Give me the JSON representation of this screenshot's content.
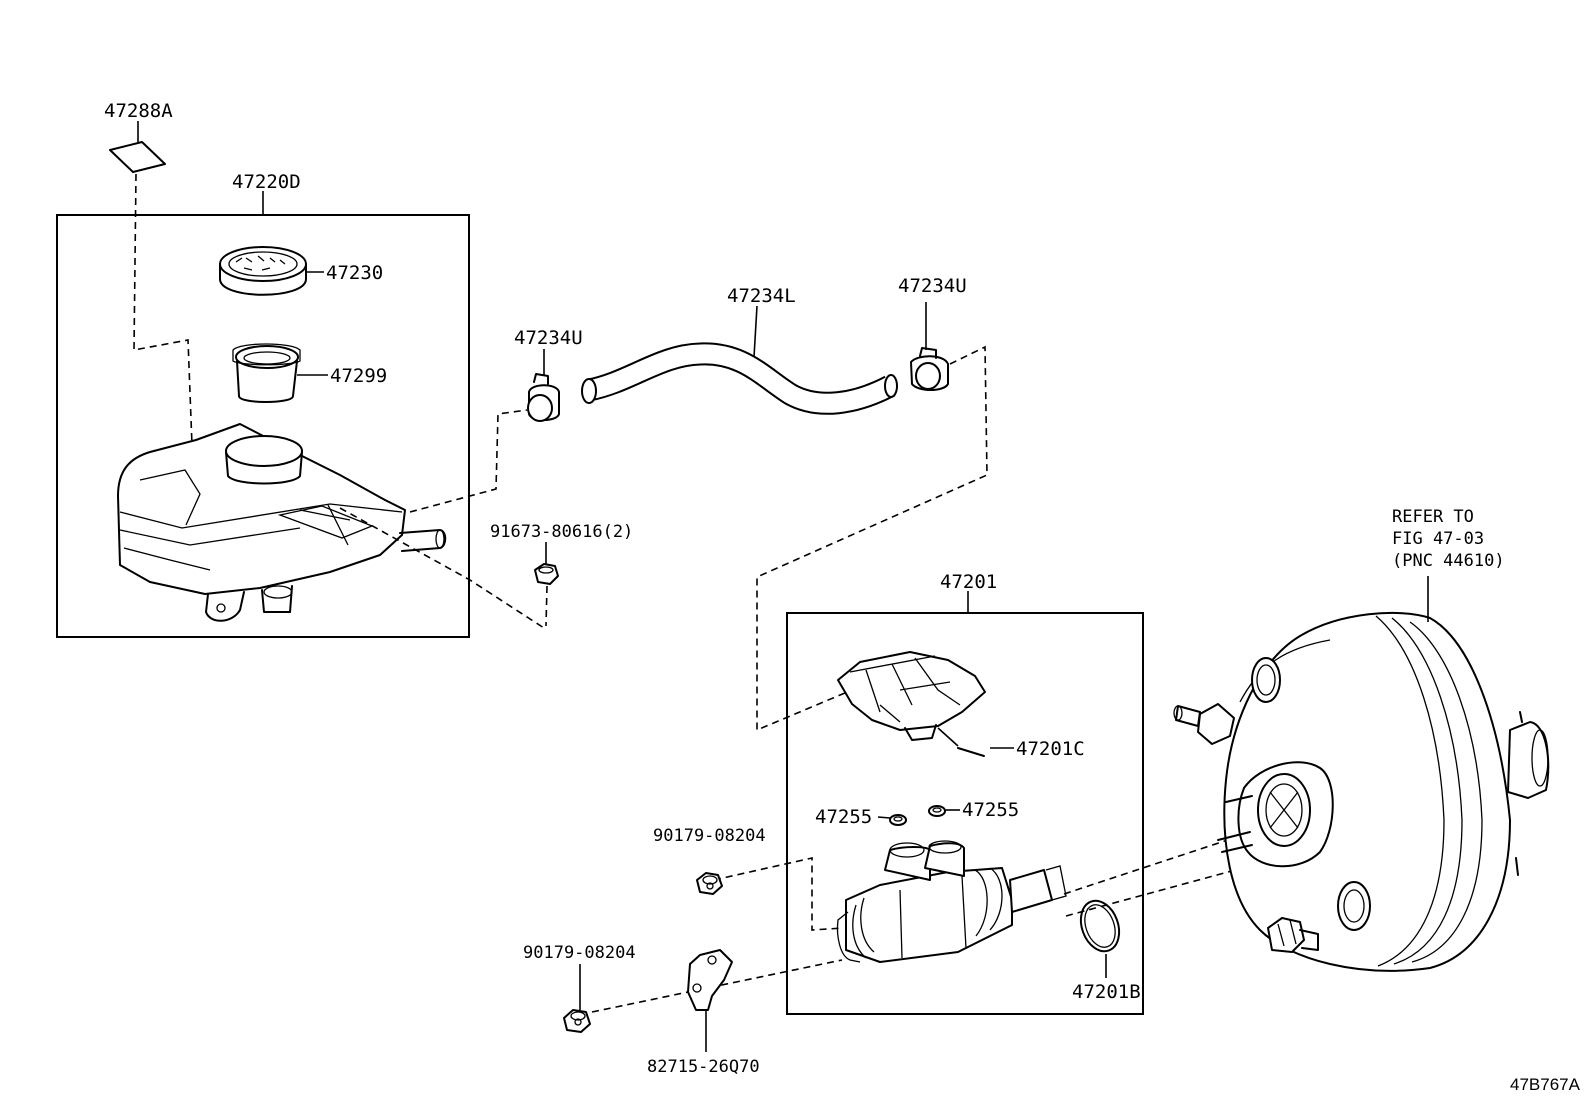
{
  "figure_code": "47B767A",
  "reference_note": {
    "line1": "REFER TO",
    "line2": "FIG 47-03",
    "line3": "(PNC 44610)"
  },
  "callouts": {
    "label_47288A": "47288A",
    "label_47220D": "47220D",
    "label_47230": "47230",
    "label_47299": "47299",
    "label_47234U_left": "47234U",
    "label_47234L": "47234L",
    "label_47234U_right": "47234U",
    "label_91673": "91673-80616(2)",
    "label_47201": "47201",
    "label_47201C": "47201C",
    "label_47255_left": "47255",
    "label_47255_right": "47255",
    "label_90179_upper": "90179-08204",
    "label_90179_lower": "90179-08204",
    "label_47201B": "47201B",
    "label_82715": "82715-26Q70"
  }
}
